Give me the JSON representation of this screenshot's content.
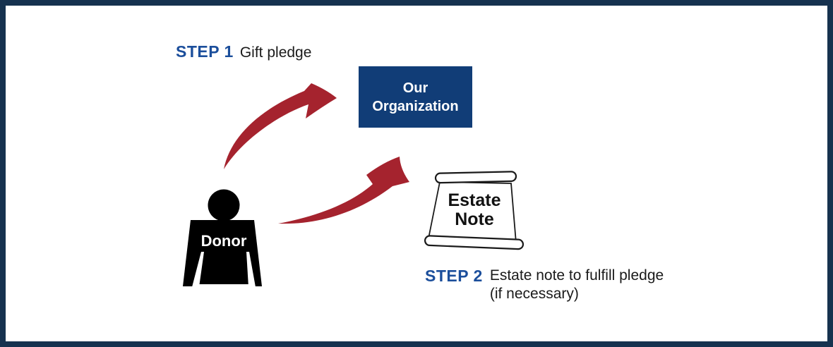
{
  "diagram": {
    "title": "Gift pledge / estate note flow diagram",
    "step1": {
      "label": "STEP 1",
      "text": "Gift pledge"
    },
    "step2": {
      "label": "STEP 2",
      "text_line1": "Estate note to fulfill pledge",
      "text_line2": "(if necessary)"
    },
    "organization": {
      "label_line1": "Our",
      "label_line2": "Organization"
    },
    "donor": {
      "label": "Donor"
    },
    "estate_note": {
      "label_line1": "Estate",
      "label_line2": "Note"
    }
  },
  "icons": {
    "donor_figure": "person-silhouette",
    "gift_pledge_arrow": "curved-swoosh-arrow-up-right",
    "estate_note_arrow": "curved-swoosh-arrow-up-right",
    "estate_note_scroll": "parchment-scroll"
  },
  "colors": {
    "border": "#16324f",
    "org_box": "#113d77",
    "step_label": "#1b4e9b",
    "arrow": "#a5232e",
    "donor": "#000000",
    "scroll_fill": "#ffffff",
    "scroll_stroke": "#1a1a1a"
  }
}
